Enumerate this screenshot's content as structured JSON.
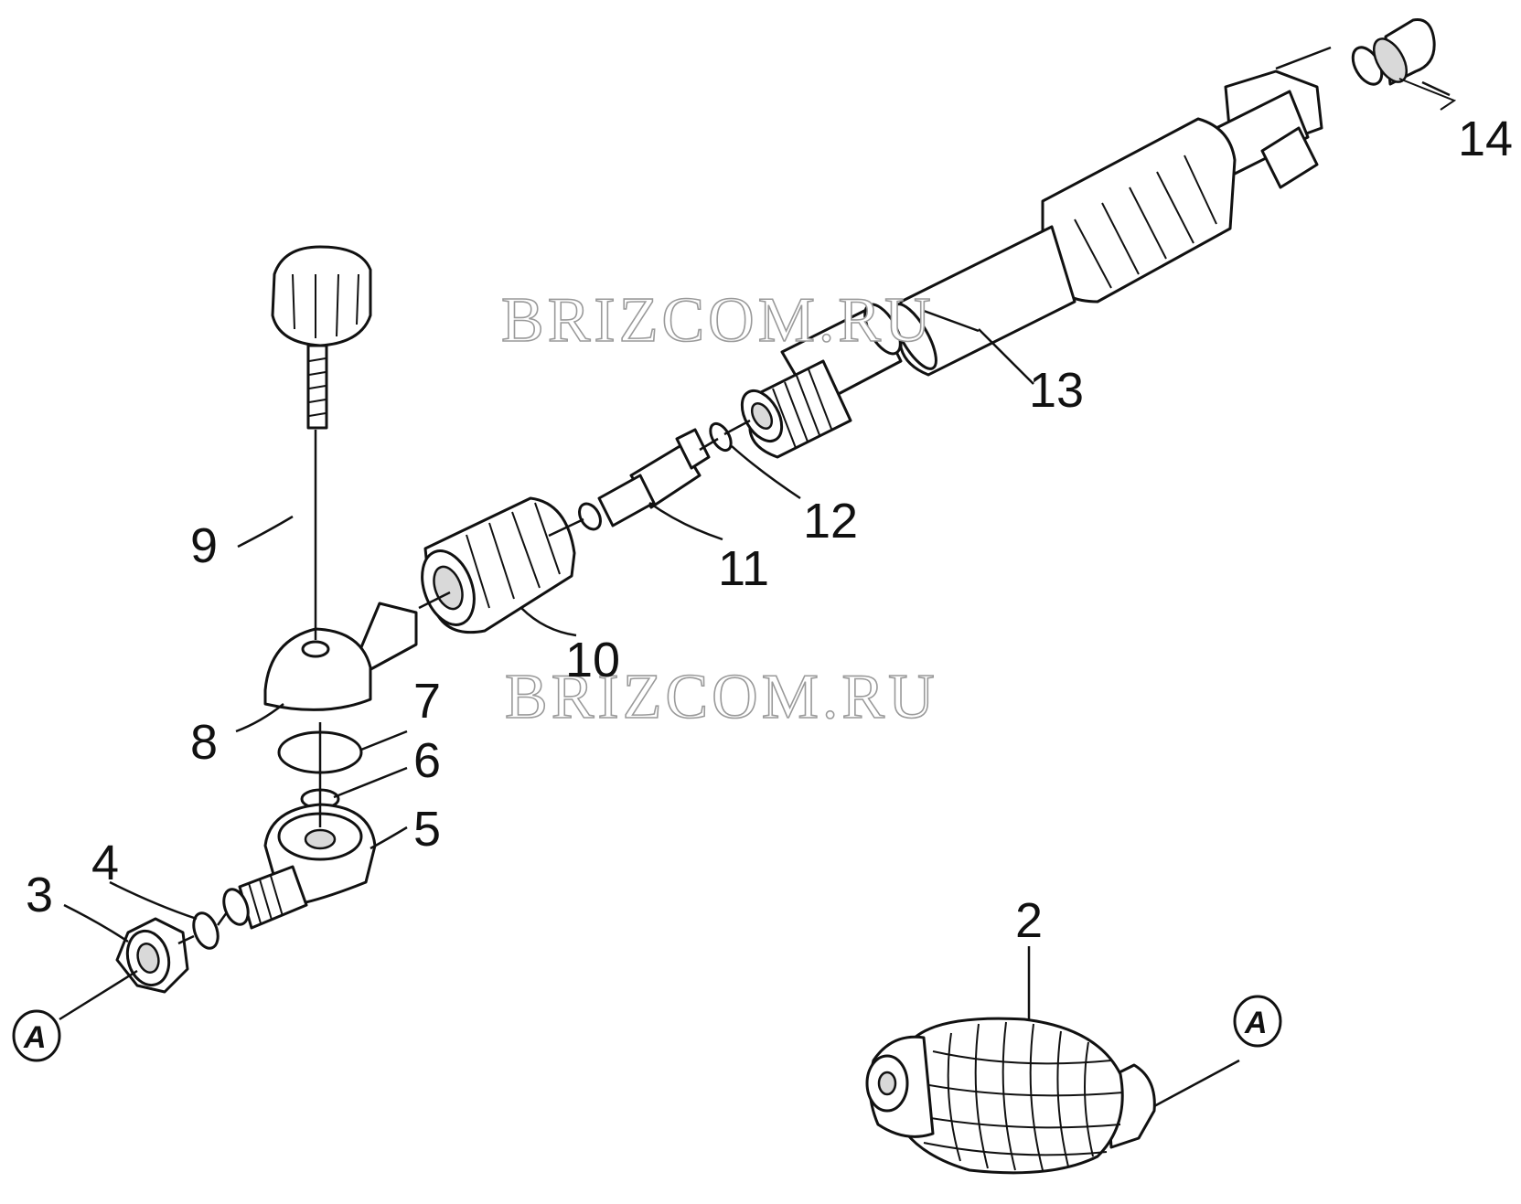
{
  "callouts": {
    "c2": "2",
    "c3": "3",
    "c4": "4",
    "c5": "5",
    "c6": "6",
    "c7": "7",
    "c8": "8",
    "c9": "9",
    "c10": "10",
    "c11": "11",
    "c12": "12",
    "c13": "13",
    "c14": "14"
  },
  "reference_markers": {
    "left": "A",
    "right": "A"
  },
  "watermarks": [
    "BRIZCOM.RU",
    "BRIZCOM.RU"
  ],
  "colors": {
    "line": "#111111",
    "fill": "#ffffff",
    "shade": "#d9d9d9",
    "watermark": "#9a9a9a"
  }
}
